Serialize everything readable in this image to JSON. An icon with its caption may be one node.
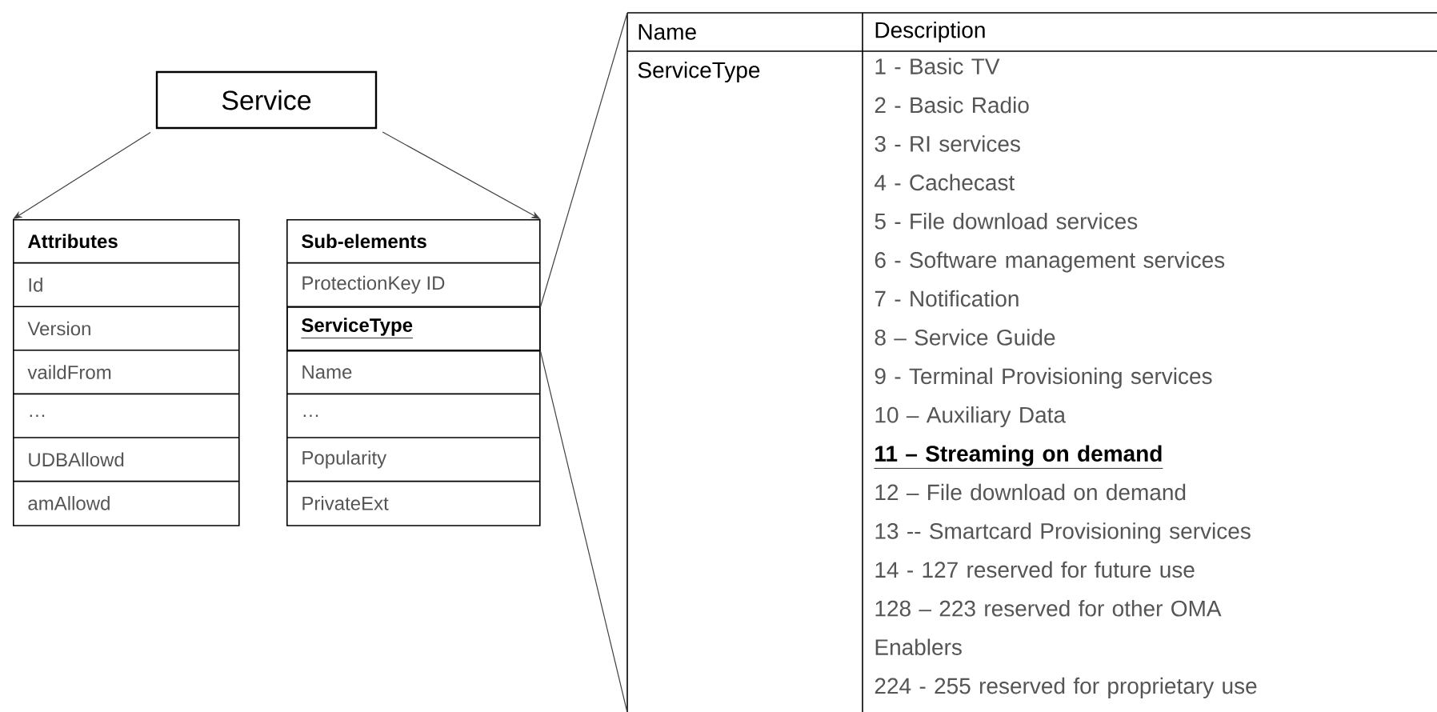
{
  "diagram": {
    "nodes": [
      {
        "text": [
          "Service"
        ]
      },
      {
        "text": [
          "Attributes",
          "Id",
          "Version",
          "vaildFrom",
          "…",
          "UDBAllowd",
          "amAllowd"
        ]
      },
      {
        "text": [
          "Sub-elements",
          "ProtectionKey ID",
          "Name",
          "…",
          "Popularity",
          "PrivateExt"
        ]
      },
      {
        "text": [
          "ServiceType"
        ],
        "in": 2
      },
      {
        "text": [
          "Name",
          "Description",
          "ServiceType",
          "1 - Basic TV",
          "2 - Basic Radio",
          "3 - RI services",
          "4 - Cachecast",
          "5 - File download services",
          "6 - Software management services",
          "7 - Notification",
          "8 – Service Guide",
          "9 - Terminal Provisioning services",
          "10 – Auxiliary Data",
          "11 – Streaming on demand",
          "12 – File download on demand",
          "13 -- Smartcard Provisioning services",
          "14 - 127 reserved for future use",
          "128 – 223 reserved for other OMA Enablers",
          "224 - 255 reserved for proprietary use"
        ]
      }
    ],
    "edges": [
      {
        "from": 0,
        "to": 1,
        "arrow": "to"
      },
      {
        "from": 0,
        "to": 2,
        "arrow": "to"
      },
      {
        "from": 3,
        "to": 4,
        "arrow": "none"
      },
      {
        "from": 3,
        "to": 4,
        "arrow": "none"
      }
    ]
  }
}
